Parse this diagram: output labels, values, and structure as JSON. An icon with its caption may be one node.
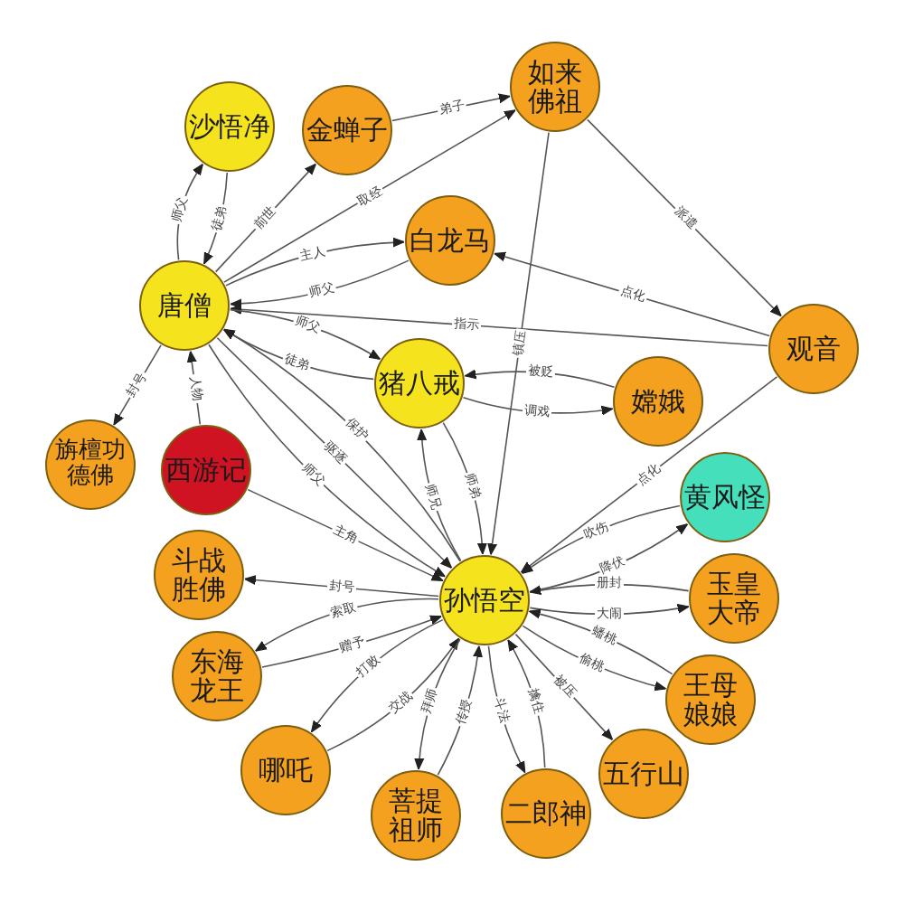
{
  "diagram": {
    "nodes": [
      {
        "text": [
          "沙悟净"
        ]
      },
      {
        "text": [
          "金蝉子"
        ]
      },
      {
        "text": [
          "如来佛祖"
        ]
      },
      {
        "text": [
          "白龙马"
        ]
      },
      {
        "text": [
          "唐僧"
        ]
      },
      {
        "text": [
          "观音"
        ]
      },
      {
        "text": [
          "猪八戒"
        ]
      },
      {
        "text": [
          "嫦娥"
        ]
      },
      {
        "text": [
          "旃檀功德佛"
        ]
      },
      {
        "text": [
          "西游记"
        ]
      },
      {
        "text": [
          "黄风怪"
        ]
      },
      {
        "text": [
          "斗战胜佛"
        ]
      },
      {
        "text": [
          "孙悟空"
        ]
      },
      {
        "text": [
          "玉皇大帝"
        ]
      },
      {
        "text": [
          "东海龙王"
        ]
      },
      {
        "text": [
          "王母娘娘"
        ]
      },
      {
        "text": [
          "哪吒"
        ]
      },
      {
        "text": [
          "五行山"
        ]
      },
      {
        "text": [
          "菩提祖师"
        ]
      },
      {
        "text": [
          "二郎神"
        ]
      }
    ],
    "edges": [
      {
        "from": 4,
        "to": 0,
        "arrow": "to",
        "label": "师父"
      },
      {
        "from": 0,
        "to": 4,
        "arrow": "to",
        "label": "徒弟"
      },
      {
        "from": 4,
        "to": 1,
        "arrow": "to",
        "label": "前世"
      },
      {
        "from": 1,
        "to": 2,
        "arrow": "to",
        "label": "弟子"
      },
      {
        "from": 4,
        "to": 2,
        "arrow": "to",
        "label": "取经"
      },
      {
        "from": 4,
        "to": 3,
        "arrow": "to",
        "label": "主人"
      },
      {
        "from": 3,
        "to": 4,
        "arrow": "to",
        "label": "师父"
      },
      {
        "from": 2,
        "to": 5,
        "arrow": "to",
        "label": "派遣"
      },
      {
        "from": 5,
        "to": 3,
        "arrow": "to",
        "label": "点化"
      },
      {
        "from": 5,
        "to": 4,
        "arrow": "to",
        "label": "指示"
      },
      {
        "from": 2,
        "to": 12,
        "arrow": "to",
        "label": "镇压"
      },
      {
        "from": 4,
        "to": 6,
        "arrow": "to",
        "label": "师父"
      },
      {
        "from": 6,
        "to": 4,
        "arrow": "to",
        "label": "徒弟"
      },
      {
        "from": 7,
        "to": 6,
        "arrow": "to",
        "label": "被贬"
      },
      {
        "from": 6,
        "to": 7,
        "arrow": "to",
        "label": "调戏"
      },
      {
        "from": 12,
        "to": 4,
        "arrow": "to",
        "label": "保护"
      },
      {
        "from": 4,
        "to": 12,
        "arrow": "to",
        "label": "驱逐"
      },
      {
        "from": 4,
        "to": 12,
        "arrow": "to",
        "label": "师父"
      },
      {
        "from": 9,
        "to": 4,
        "arrow": "to",
        "label": "人物"
      },
      {
        "from": 9,
        "to": 12,
        "arrow": "to",
        "label": "主角"
      },
      {
        "from": 4,
        "to": 8,
        "arrow": "to",
        "label": "封号"
      },
      {
        "from": 5,
        "to": 12,
        "arrow": "to",
        "label": "点化"
      },
      {
        "from": 12,
        "to": 6,
        "arrow": "to",
        "label": "师兄"
      },
      {
        "from": 6,
        "to": 12,
        "arrow": "to",
        "label": "师弟"
      },
      {
        "from": 10,
        "to": 12,
        "arrow": "to",
        "label": "吹伤"
      },
      {
        "from": 12,
        "to": 10,
        "arrow": "to",
        "label": "降伏"
      },
      {
        "from": 13,
        "to": 12,
        "arrow": "to",
        "label": "册封"
      },
      {
        "from": 12,
        "to": 13,
        "arrow": "to",
        "label": "大闹"
      },
      {
        "from": 15,
        "to": 12,
        "arrow": "to",
        "label": "蟠桃"
      },
      {
        "from": 12,
        "to": 15,
        "arrow": "to",
        "label": "偷桃"
      },
      {
        "from": 12,
        "to": 17,
        "arrow": "to",
        "label": "被压"
      },
      {
        "from": 12,
        "to": 11,
        "arrow": "to",
        "label": "封号"
      },
      {
        "from": 12,
        "to": 14,
        "arrow": "to",
        "label": "索取"
      },
      {
        "from": 14,
        "to": 12,
        "arrow": "to",
        "label": "赠予"
      },
      {
        "from": 12,
        "to": 16,
        "arrow": "to",
        "label": "打败"
      },
      {
        "from": 16,
        "to": 12,
        "arrow": "to",
        "label": "交战"
      },
      {
        "from": 12,
        "to": 18,
        "arrow": "to",
        "label": "拜师"
      },
      {
        "from": 18,
        "to": 12,
        "arrow": "to",
        "label": "传授"
      },
      {
        "from": 12,
        "to": 19,
        "arrow": "to",
        "label": "斗法"
      },
      {
        "from": 19,
        "to": 12,
        "arrow": "to",
        "label": "擒住"
      }
    ]
  }
}
